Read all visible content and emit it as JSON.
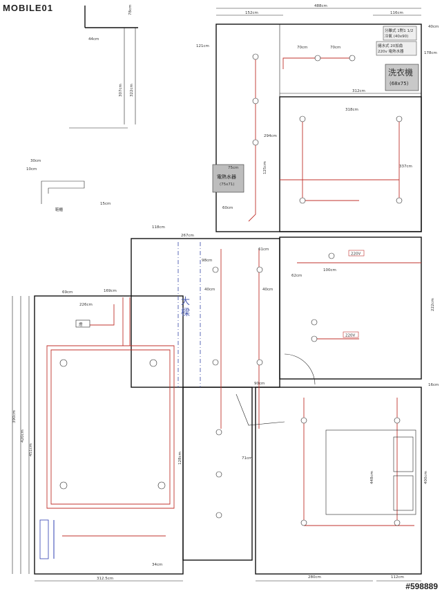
{
  "brand": {
    "logo": "MOBILE01",
    "watermark": "#598889"
  },
  "labels": {
    "washer": "洗衣機",
    "washer_size": "(68x75)",
    "water_heater": "電熱水器",
    "water_heater_size": "(75x71)",
    "beam": "大樑",
    "aircon_line1": "分離式 1對1 1/2",
    "aircon_line2": "冷氣 (40x90)",
    "heater_line1": "儲水式 20加侖",
    "heater_line2": "220v 電熱水器",
    "v220_a": "220V",
    "v220_b": "220V",
    "cabinet": "鞋櫃",
    "lamp": "燈"
  },
  "dims": {
    "top_total": "488cm",
    "top_left": "152cm",
    "top_right": "116cm",
    "d40": "40cm",
    "d121": "121cm",
    "d178": "178cm",
    "d70a": "70cm",
    "d70b": "70cm",
    "d312": "312cm",
    "d318": "318cm",
    "d337": "337cm",
    "d294": "294cm",
    "d125": "125cm",
    "d75": "75cm",
    "d71": "71cm",
    "d118": "118cm",
    "d267": "267cm",
    "d98": "98cm",
    "d61": "61cm",
    "d60": "60cm",
    "d100": "100cm",
    "d62": "62cm",
    "d40b": "40cm",
    "d40c": "40cm",
    "d69": "69cm",
    "d169": "169cm",
    "d226": "226cm",
    "d90": "90cm",
    "d222": "222cm",
    "d16": "16cm",
    "d34": "34cm",
    "d312b": "312.5cm",
    "d280": "280cm",
    "d112": "112cm",
    "d448": "448cm",
    "d400": "400cm",
    "d128": "128cm",
    "d390": "390cm",
    "d420": "420cm",
    "d451": "451cm",
    "d30": "30cm",
    "d10": "10cm",
    "d15": "15cm",
    "d44": "44cm",
    "d78": "78cm",
    "d307": "307cm",
    "d322": "322cm"
  }
}
